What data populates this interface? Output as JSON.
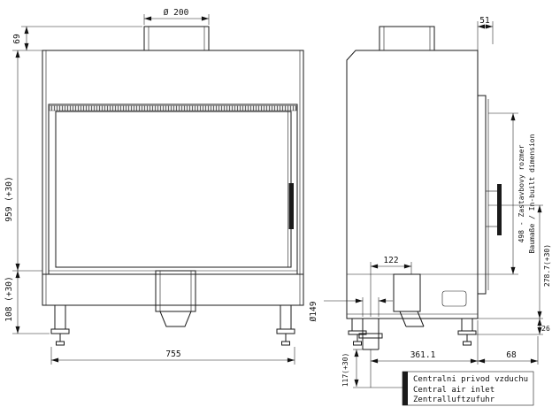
{
  "colors": {
    "ink": "#1a1a1a",
    "background": "#ffffff"
  },
  "front": {
    "flue_diameter": "Ø 200",
    "collar_height": "69",
    "total_height": "959 (+30)",
    "base_height": "108 (+30)",
    "width": "755"
  },
  "side": {
    "top_depth": "51",
    "inbuilt_line1": "498 - Zastavbovy rozmer",
    "inbuilt_line2": "Baumaße / In-built dimension",
    "right_height": "278.7(+30)",
    "bottom_edge": "26",
    "duct_offset": "122",
    "air_inlet_diameter": "Ø149",
    "inlet_height": "117(+30)",
    "depth": "361.1",
    "front_depth": "68"
  },
  "note": {
    "line1": "Centralni privod vzduchu",
    "line2": "Central air inlet",
    "line3": "Zentralluftzufuhr"
  }
}
